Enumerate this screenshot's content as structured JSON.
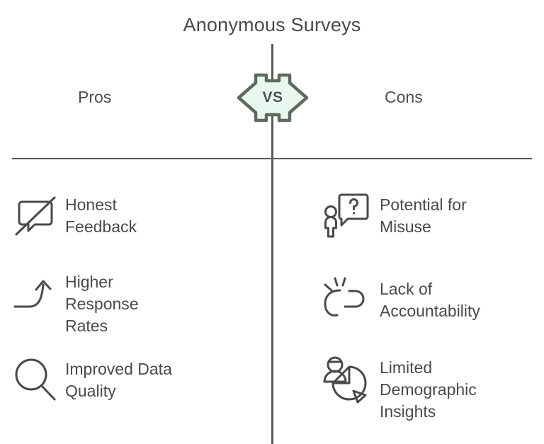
{
  "title": "Anonymous Surveys",
  "center_badge": {
    "label": "VS",
    "fill_color": "#E8F7EF",
    "border_color": "#5C6B5C"
  },
  "columns": {
    "pros": {
      "heading": "Pros",
      "items": [
        {
          "label": "Honest\nFeedback",
          "icon": "speech-bubble-slash-icon"
        },
        {
          "label": "Higher\nResponse\nRates",
          "icon": "growth-arrow-icon"
        },
        {
          "label": "Improved Data\nQuality",
          "icon": "magnifying-glass-icon"
        }
      ]
    },
    "cons": {
      "heading": "Cons",
      "items": [
        {
          "label": "Potential for\nMisuse",
          "icon": "person-question-bubble-icon"
        },
        {
          "label": "Lack of\nAccountability",
          "icon": "broken-link-icon"
        },
        {
          "label": "Limited\nDemographic\nInsights",
          "icon": "person-pie-chart-icon"
        }
      ]
    }
  },
  "theme": {
    "text_color": "#4a4a4a",
    "line_color": "#5a5a5a",
    "background": "#ffffff"
  }
}
